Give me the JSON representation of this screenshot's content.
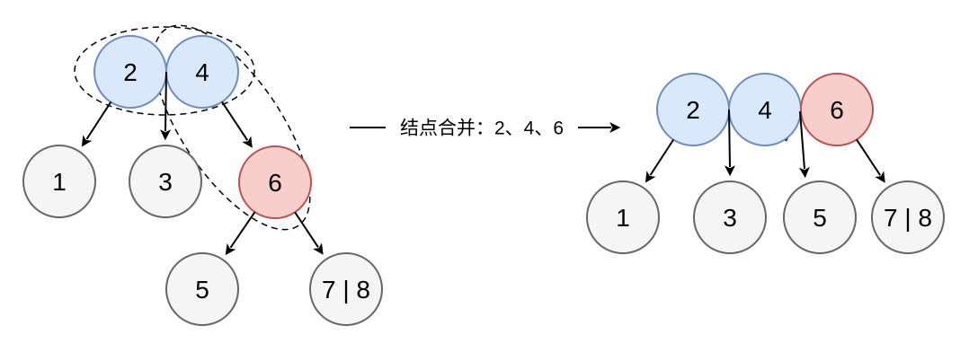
{
  "colors": {
    "background": "#ffffff",
    "blue_fill": "#dae8fc",
    "blue_stroke": "#6c8ebf",
    "red_fill": "#f8cecc",
    "red_stroke": "#b85450",
    "gray_fill": "#f5f5f5",
    "gray_stroke": "#666666",
    "line": "#000000"
  },
  "transition": {
    "label": "结点合并：2、4、6"
  },
  "left_tree": {
    "nodes": [
      {
        "id": "2",
        "label": "2",
        "highlight": "blue"
      },
      {
        "id": "4",
        "label": "4",
        "highlight": "blue"
      },
      {
        "id": "1",
        "label": "1",
        "highlight": "none"
      },
      {
        "id": "3",
        "label": "3",
        "highlight": "none"
      },
      {
        "id": "6",
        "label": "6",
        "highlight": "red"
      },
      {
        "id": "5",
        "label": "5",
        "highlight": "none"
      },
      {
        "id": "7|8",
        "label": "7 | 8",
        "highlight": "none"
      }
    ],
    "edges": [
      {
        "from": "2",
        "to": "1"
      },
      {
        "from": "2·4",
        "to": "3"
      },
      {
        "from": "4",
        "to": "6"
      },
      {
        "from": "6",
        "to": "5"
      },
      {
        "from": "6",
        "to": "7 | 8"
      }
    ],
    "dashed_groups": [
      [
        "2",
        "4"
      ],
      [
        "4",
        "6"
      ]
    ]
  },
  "right_tree": {
    "nodes": [
      {
        "id": "2",
        "label": "2",
        "highlight": "blue"
      },
      {
        "id": "4",
        "label": "4",
        "highlight": "blue"
      },
      {
        "id": "6",
        "label": "6",
        "highlight": "red"
      },
      {
        "id": "1",
        "label": "1",
        "highlight": "none"
      },
      {
        "id": "3",
        "label": "3",
        "highlight": "none"
      },
      {
        "id": "5",
        "label": "5",
        "highlight": "none"
      },
      {
        "id": "7|8",
        "label": "7 | 8",
        "highlight": "none"
      }
    ],
    "edges": [
      {
        "from": "2",
        "to": "1"
      },
      {
        "from": "2·4",
        "to": "3"
      },
      {
        "from": "4·6",
        "to": "5"
      },
      {
        "from": "4",
        "to": "6"
      },
      {
        "from": "6",
        "to": "7 | 8"
      }
    ]
  }
}
